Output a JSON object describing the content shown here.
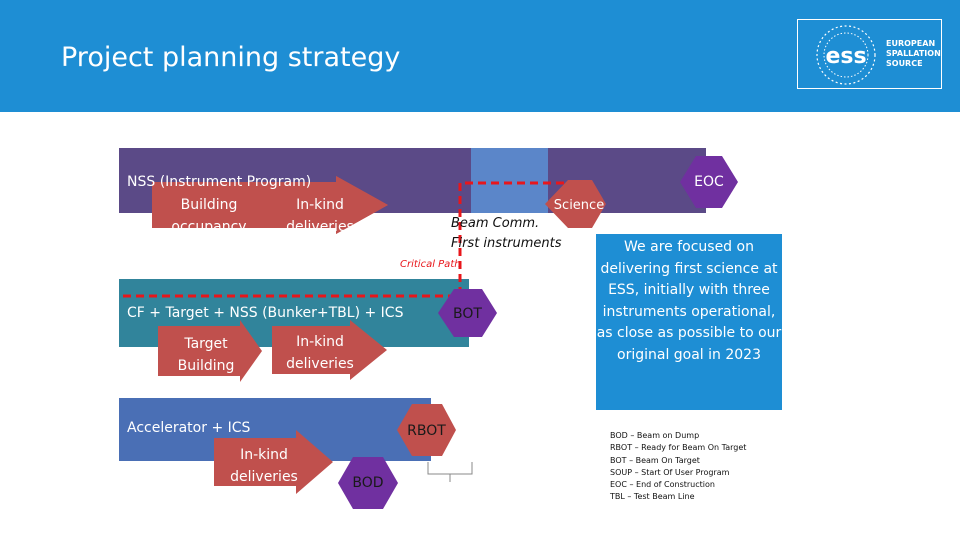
{
  "slide": {
    "title": "Project planning strategy",
    "logo": {
      "mark": "ess",
      "lines": [
        "EUROPEAN",
        "SPALLATION",
        "SOURCE"
      ]
    }
  },
  "diagram": {
    "bar1": {
      "label": "NSS (Instrument Program)",
      "arrow_building": [
        "Building",
        "occupancy"
      ],
      "arrow_inkind": [
        "In-kind",
        "deliveries"
      ]
    },
    "bar2": {
      "label": "CF + Target + NSS (Bunker+TBL) + ICS",
      "arrow_target": [
        "Target",
        "Building"
      ],
      "arrow_inkind": [
        "In-kind",
        "deliveries"
      ]
    },
    "bar3": {
      "label": "Accelerator + ICS",
      "arrow_inkind": [
        "In-kind",
        "deliveries"
      ]
    },
    "milestones": {
      "eoc": "EOC",
      "science": "Science",
      "bot": "BOT",
      "rbot": "RBOT",
      "bod": "BOD"
    },
    "beam_comm": [
      "Beam Comm.",
      "First instruments"
    ],
    "critical_path": "Critical Path"
  },
  "note": "We are focused on delivering first science at ESS, initially with three instruments operational, as close as possible to our original goal in 2023",
  "legend": [
    "BOD – Beam on Dump",
    "RBOT – Ready for Beam On Target",
    "BOT – Beam On Target",
    "SOUP – Start Of User Program",
    "EOC – End of Construction",
    "TBL – Test Beam Line"
  ],
  "colors": {
    "header": "#1e8ed4",
    "bar_nss": "#5b4a87",
    "bar_target": "#31849b",
    "bar_accel": "#4a6fb5",
    "arrow": "#c0504d",
    "milestone": "#7030a0",
    "critical_path": "#e8161b",
    "note_box": "#1e8ed4"
  }
}
